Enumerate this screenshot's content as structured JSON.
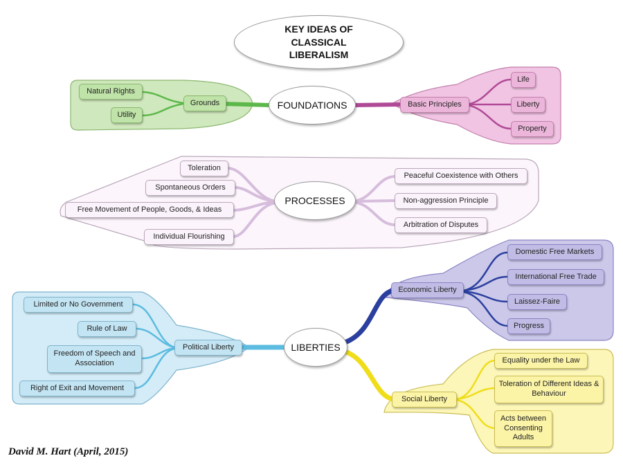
{
  "title": "KEY IDEAS OF CLASSICAL LIBERALISM",
  "credit": "David M. Hart (April, 2015)",
  "colors": {
    "green": "#bfe3a8",
    "green_link": "#5cb84a",
    "pink": "#ecb6da",
    "pink_link": "#b04a96",
    "lilac": "#fbf3fb",
    "lilac_link": "#d6bddc",
    "blue": "#c3e4f3",
    "blue_link": "#5bbbe0",
    "purple": "#c0bce5",
    "purple_link": "#2b3f9e",
    "yellow": "#fbf3a6",
    "yellow_link": "#f0dd1a"
  },
  "foundations": {
    "label": "FOUNDATIONS",
    "grounds": {
      "label": "Grounds",
      "children": [
        "Natural Rights",
        "Utility"
      ]
    },
    "principles": {
      "label": "Basic Principles",
      "children": [
        "Life",
        "Liberty",
        "Property"
      ]
    }
  },
  "processes": {
    "label": "PROCESSES",
    "left": [
      "Toleration",
      "Spontaneous Orders",
      "Free Movement of People, Goods, & Ideas",
      "Individual Flourishing"
    ],
    "right": [
      "Peaceful Coexistence with Others",
      "Non-aggression Principle",
      "Arbitration of Disputes"
    ]
  },
  "liberties": {
    "label": "LIBERTIES",
    "political": {
      "label": "Political Liberty",
      "children": [
        "Limited or No Government",
        "Rule of Law",
        "Freedom of Speech and Association",
        "Right of Exit and Movement"
      ]
    },
    "economic": {
      "label": "Economic Liberty",
      "children": [
        "Domestic Free Markets",
        "International Free Trade",
        "Laissez-Faire",
        "Progress"
      ]
    },
    "social": {
      "label": "Social Liberty",
      "children": [
        "Equality under the Law",
        "Toleration of Different Ideas & Behaviour",
        "Acts between Consenting Adults"
      ]
    }
  }
}
